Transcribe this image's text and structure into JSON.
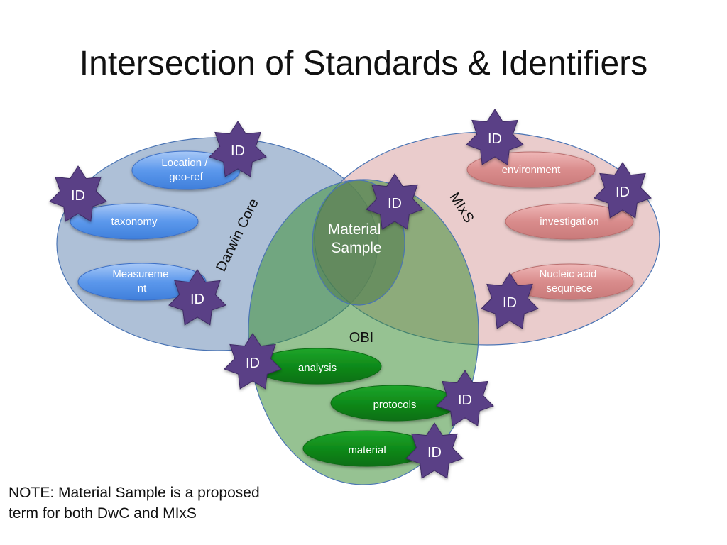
{
  "title": "Intersection of Standards & Identifiers",
  "note_line1": "NOTE: Material Sample is a proposed",
  "note_line2": "term for both DwC and MIxS",
  "sets": {
    "darwin_core": {
      "label": "Darwin Core",
      "color": "#8ea6c6"
    },
    "mixs": {
      "label": "MIxS",
      "color": "#deb0b0"
    },
    "obi": {
      "label": "OBI",
      "color": "#6aa862"
    }
  },
  "center_label_line1": "Material",
  "center_label_line2": "Sample",
  "id_label": "ID",
  "terms": {
    "location_line1": "Location /",
    "location_line2": "geo-ref",
    "taxonomy": "taxonomy",
    "measurement_line1": "Measureme",
    "measurement_line2": "nt",
    "environment": "environment",
    "investigation": "investigation",
    "nucleic_line1": "Nucleic acid",
    "nucleic_line2": "sequnece",
    "analysis": "analysis",
    "protocols": "protocols",
    "material": "material"
  },
  "colors": {
    "term_blue": "#4f8fe8",
    "term_pink": "#d98c8c",
    "term_green": "#0f8a1a",
    "id_star": "#5a3f86"
  }
}
